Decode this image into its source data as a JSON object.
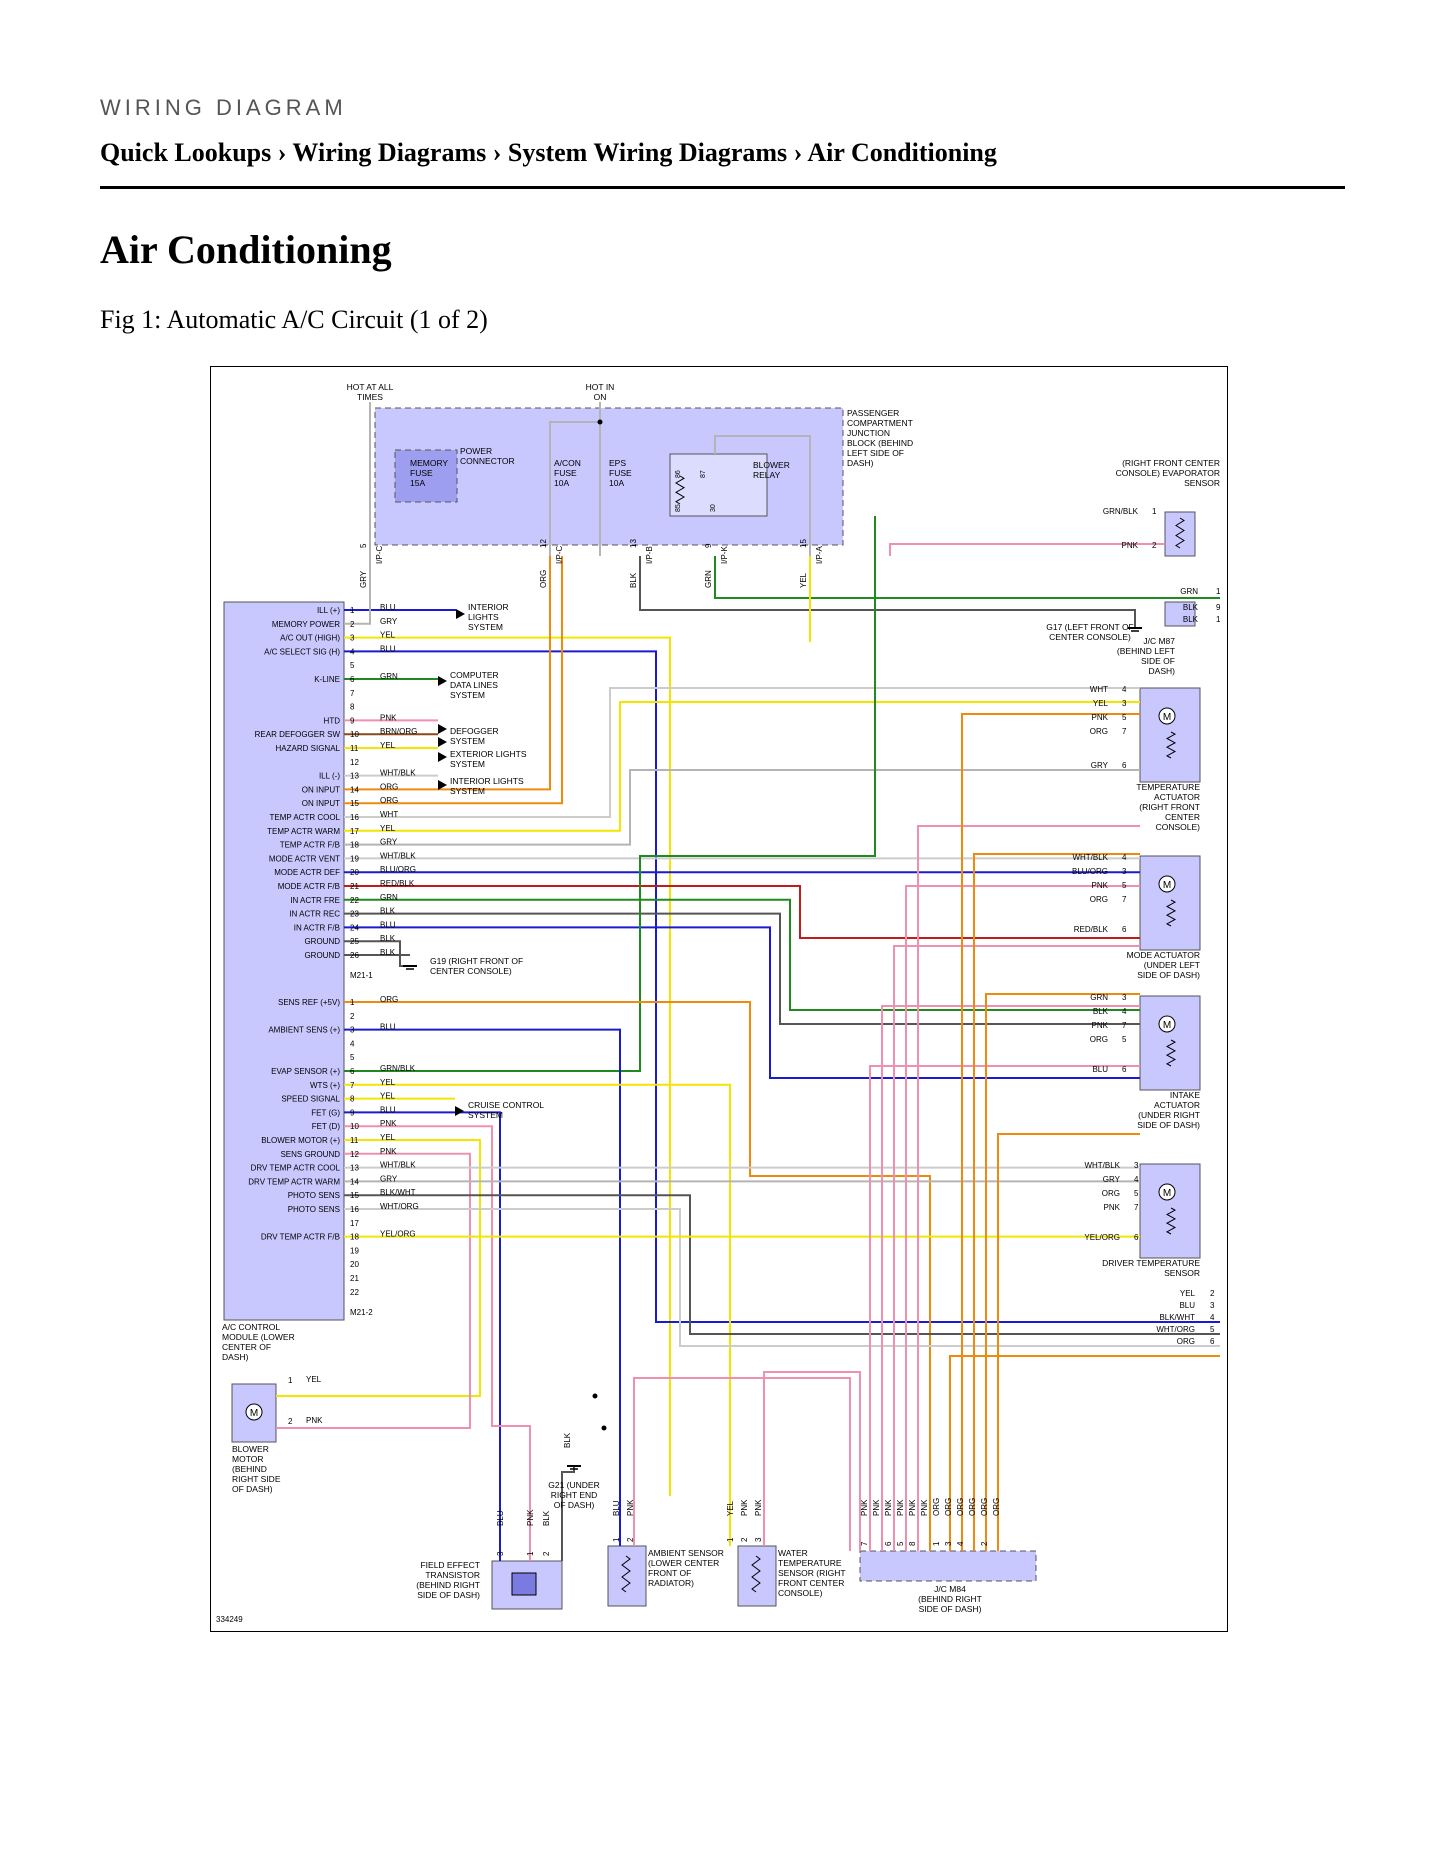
{
  "header": {
    "eyebrow": "WIRING DIAGRAM",
    "breadcrumb": "Quick Lookups › Wiring Diagrams › System Wiring Diagrams › Air Conditioning"
  },
  "page_title": "Air Conditioning",
  "figure_caption": "Fig 1: Automatic A/C Circuit (1 of 2)",
  "diagram": {
    "figure_id": "334249",
    "top_labels": {
      "hot_at_all_times": "HOT AT ALL TIMES",
      "hot_in_on": "HOT IN ON"
    },
    "junction_block": {
      "label": "PASSENGER COMPARTMENT JUNCTION BLOCK (BEHIND LEFT SIDE OF DASH)",
      "memory_fuse": "MEMORY FUSE 15A",
      "power_connector": "POWER CONNECTOR",
      "acon_fuse": "A/CON FUSE 10A",
      "eps_fuse": "EPS FUSE 10A",
      "blower_relay": "BLOWER RELAY",
      "relay_pins": [
        "86",
        "87",
        "85",
        "30"
      ],
      "connectors": [
        {
          "pin": "5",
          "conn": "I/P-C",
          "wire": "GRY"
        },
        {
          "pin": "12",
          "conn": "I/P-C",
          "wire": "ORG"
        },
        {
          "pin": "13",
          "conn": "I/P-B",
          "wire": "BLK"
        },
        {
          "pin": "9",
          "conn": "I/P-K",
          "wire": "GRN"
        },
        {
          "pin": "15",
          "conn": "I/P-A",
          "wire": "YEL"
        }
      ]
    },
    "module": {
      "label": "A/C CONTROL MODULE (LOWER CENTER OF DASH)",
      "connector_a": "M21-1",
      "connector_b": "M21-2",
      "pins_a": [
        {
          "pin": "1",
          "func": "ILL (+)",
          "wire": "BLU"
        },
        {
          "pin": "2",
          "func": "MEMORY POWER",
          "wire": "GRY"
        },
        {
          "pin": "3",
          "func": "A/C OUT (HIGH)",
          "wire": "YEL"
        },
        {
          "pin": "4",
          "func": "A/C SELECT SIG (H)",
          "wire": "BLU"
        },
        {
          "pin": "5",
          "func": "",
          "wire": ""
        },
        {
          "pin": "6",
          "func": "K-LINE",
          "wire": "GRN"
        },
        {
          "pin": "7",
          "func": "",
          "wire": ""
        },
        {
          "pin": "8",
          "func": "",
          "wire": ""
        },
        {
          "pin": "9",
          "func": "HTD",
          "wire": "PNK"
        },
        {
          "pin": "10",
          "func": "REAR DEFOGGER SW",
          "wire": "BRN/ORG"
        },
        {
          "pin": "11",
          "func": "HAZARD SIGNAL",
          "wire": "YEL"
        },
        {
          "pin": "12",
          "func": "",
          "wire": ""
        },
        {
          "pin": "13",
          "func": "ILL (-)",
          "wire": "WHT/BLK"
        },
        {
          "pin": "14",
          "func": "ON INPUT",
          "wire": "ORG"
        },
        {
          "pin": "15",
          "func": "ON INPUT",
          "wire": "ORG"
        },
        {
          "pin": "16",
          "func": "TEMP ACTR COOL",
          "wire": "WHT"
        },
        {
          "pin": "17",
          "func": "TEMP ACTR WARM",
          "wire": "YEL"
        },
        {
          "pin": "18",
          "func": "TEMP ACTR F/B",
          "wire": "GRY"
        },
        {
          "pin": "19",
          "func": "MODE ACTR VENT",
          "wire": "WHT/BLK"
        },
        {
          "pin": "20",
          "func": "MODE ACTR DEF",
          "wire": "BLU/ORG"
        },
        {
          "pin": "21",
          "func": "MODE ACTR F/B",
          "wire": "RED/BLK"
        },
        {
          "pin": "22",
          "func": "IN ACTR FRE",
          "wire": "GRN"
        },
        {
          "pin": "23",
          "func": "IN ACTR REC",
          "wire": "BLK"
        },
        {
          "pin": "24",
          "func": "IN ACTR F/B",
          "wire": "BLU"
        },
        {
          "pin": "25",
          "func": "GROUND",
          "wire": "BLK"
        },
        {
          "pin": "26",
          "func": "GROUND",
          "wire": "BLK"
        }
      ],
      "pins_b": [
        {
          "pin": "1",
          "func": "SENS REF (+5V)",
          "wire": "ORG"
        },
        {
          "pin": "2",
          "func": "",
          "wire": ""
        },
        {
          "pin": "3",
          "func": "AMBIENT SENS (+)",
          "wire": "BLU"
        },
        {
          "pin": "4",
          "func": "",
          "wire": ""
        },
        {
          "pin": "5",
          "func": "",
          "wire": ""
        },
        {
          "pin": "6",
          "func": "EVAP SENSOR (+)",
          "wire": "GRN/BLK"
        },
        {
          "pin": "7",
          "func": "WTS (+)",
          "wire": "YEL"
        },
        {
          "pin": "8",
          "func": "SPEED SIGNAL",
          "wire": "YEL"
        },
        {
          "pin": "9",
          "func": "FET (G)",
          "wire": "BLU"
        },
        {
          "pin": "10",
          "func": "FET (D)",
          "wire": "PNK"
        },
        {
          "pin": "11",
          "func": "BLOWER MOTOR (+)",
          "wire": "YEL"
        },
        {
          "pin": "12",
          "func": "SENS GROUND",
          "wire": "PNK"
        },
        {
          "pin": "13",
          "func": "DRV TEMP ACTR COOL",
          "wire": "WHT/BLK"
        },
        {
          "pin": "14",
          "func": "DRV TEMP ACTR WARM",
          "wire": "GRY"
        },
        {
          "pin": "15",
          "func": "PHOTO SENS",
          "wire": "BLK/WHT"
        },
        {
          "pin": "16",
          "func": "PHOTO SENS",
          "wire": "WHT/ORG"
        },
        {
          "pin": "17",
          "func": "",
          "wire": ""
        },
        {
          "pin": "18",
          "func": "DRV TEMP ACTR F/B",
          "wire": "YEL/ORG"
        },
        {
          "pin": "19",
          "func": "",
          "wire": ""
        },
        {
          "pin": "20",
          "func": "",
          "wire": ""
        },
        {
          "pin": "21",
          "func": "",
          "wire": ""
        },
        {
          "pin": "22",
          "func": "",
          "wire": ""
        }
      ]
    },
    "system_labels": {
      "interior_lights_1": "INTERIOR LIGHTS SYSTEM",
      "computer_data": "COMPUTER DATA LINES SYSTEM",
      "defogger": "DEFOGGER SYSTEM",
      "exterior_lights": "EXTERIOR LIGHTS SYSTEM",
      "interior_lights_2": "INTERIOR LIGHTS SYSTEM",
      "cruise": "CRUISE CONTROL SYSTEM"
    },
    "grounds": {
      "g17": "G17 (LEFT FRONT OF CENTER CONSOLE)",
      "g19": "G19 (RIGHT FRONT OF CENTER CONSOLE)",
      "g21": "G21 (UNDER RIGHT END OF DASH)",
      "g21_wire": "BLK"
    },
    "right_components": {
      "evap_sensor": {
        "label": "(RIGHT FRONT CENTER CONSOLE) EVAPORATOR SENSOR",
        "pins": [
          {
            "wire": "GRN/BLK",
            "pin": "1"
          },
          {
            "wire": "PNK",
            "pin": "2"
          }
        ]
      },
      "jc_m87": {
        "label": "J/C M87 (BEHIND LEFT SIDE OF DASH)",
        "pins": [
          {
            "wire": "GRN",
            "pin": "1"
          },
          {
            "wire": "BLK",
            "pin": "9"
          },
          {
            "wire": "BLK",
            "pin": "1"
          }
        ]
      },
      "temp_actuator": {
        "label": "TEMPERATURE ACTUATOR (RIGHT FRONT CENTER CONSOLE)",
        "pins": [
          {
            "wire": "WHT",
            "pin": "4"
          },
          {
            "wire": "YEL",
            "pin": "3"
          },
          {
            "wire": "PNK",
            "pin": "5"
          },
          {
            "wire": "ORG",
            "pin": "7"
          },
          {
            "wire": "GRY",
            "pin": "6"
          }
        ]
      },
      "mode_actuator": {
        "label": "MODE ACTUATOR (UNDER LEFT SIDE OF DASH)",
        "pins": [
          {
            "wire": "WHT/BLK",
            "pin": "4"
          },
          {
            "wire": "BLU/ORG",
            "pin": "3"
          },
          {
            "wire": "PNK",
            "pin": "5"
          },
          {
            "wire": "ORG",
            "pin": "7"
          },
          {
            "wire": "RED/BLK",
            "pin": "6"
          }
        ]
      },
      "intake_actuator": {
        "label": "INTAKE ACTUATOR (UNDER RIGHT SIDE OF DASH)",
        "pins": [
          {
            "wire": "GRN",
            "pin": "3"
          },
          {
            "wire": "BLK",
            "pin": "4"
          },
          {
            "wire": "PNK",
            "pin": "7"
          },
          {
            "wire": "ORG",
            "pin": "5"
          },
          {
            "wire": "BLU",
            "pin": "6"
          }
        ]
      },
      "driver_temp": {
        "label": "DRIVER TEMPERATURE SENSOR",
        "pins": [
          {
            "wire": "WHT/BLK",
            "pin": "3"
          },
          {
            "wire": "GRY",
            "pin": "4"
          },
          {
            "wire": "ORG",
            "pin": "5"
          },
          {
            "wire": "PNK",
            "pin": "7"
          },
          {
            "wire": "YEL/ORG",
            "pin": "6"
          }
        ]
      },
      "exit_wires": [
        {
          "wire": "YEL",
          "pin": "2"
        },
        {
          "wire": "BLU",
          "pin": "3"
        },
        {
          "wire": "BLK/WHT",
          "pin": "4"
        },
        {
          "wire": "WHT/ORG",
          "pin": "5"
        },
        {
          "wire": "ORG",
          "pin": "6"
        }
      ]
    },
    "bottom_components": {
      "blower_motor": {
        "label": "BLOWER MOTOR (BEHIND RIGHT SIDE OF DASH)",
        "pins": [
          {
            "pin": "1",
            "wire": "YEL"
          },
          {
            "pin": "2",
            "wire": "PNK"
          }
        ]
      },
      "fet": {
        "label": "FIELD EFFECT TRANSISTOR (BEHIND RIGHT SIDE OF DASH)",
        "pins": [
          {
            "pin": "3",
            "wire": "BLU"
          },
          {
            "pin": "1",
            "wire": "PNK"
          },
          {
            "pin": "2",
            "wire": "BLK"
          }
        ]
      },
      "ambient": {
        "label": "AMBIENT SENSOR (LOWER CENTER FRONT OF RADIATOR)",
        "pins": [
          {
            "pin": "1",
            "wire": "BLU"
          },
          {
            "pin": "2",
            "wire": "PNK"
          }
        ]
      },
      "water_temp": {
        "label": "WATER TEMPERATURE SENSOR (RIGHT FRONT CENTER CONSOLE)",
        "pins": [
          {
            "pin": "1",
            "wire": "YEL"
          },
          {
            "pin": "2",
            "wire": "PNK"
          },
          {
            "pin": "3",
            "wire": "PNK"
          }
        ]
      },
      "jc_m84": {
        "label": "J/C M84 (BEHIND RIGHT SIDE OF DASH)",
        "pins": [
          {
            "pin": "7",
            "wire": "PNK"
          },
          {
            "pin": "",
            "wire": "PNK"
          },
          {
            "pin": "6",
            "wire": "PNK"
          },
          {
            "pin": "5",
            "wire": "PNK"
          },
          {
            "pin": "8",
            "wire": "PNK"
          },
          {
            "pin": "",
            "wire": "PNK"
          },
          {
            "pin": "1",
            "wire": "ORG"
          },
          {
            "pin": "3",
            "wire": "ORG"
          },
          {
            "pin": "4",
            "wire": "ORG"
          },
          {
            "pin": "",
            "wire": "ORG"
          },
          {
            "pin": "2",
            "wire": "ORG"
          },
          {
            "pin": "",
            "wire": "ORG"
          }
        ]
      }
    }
  }
}
